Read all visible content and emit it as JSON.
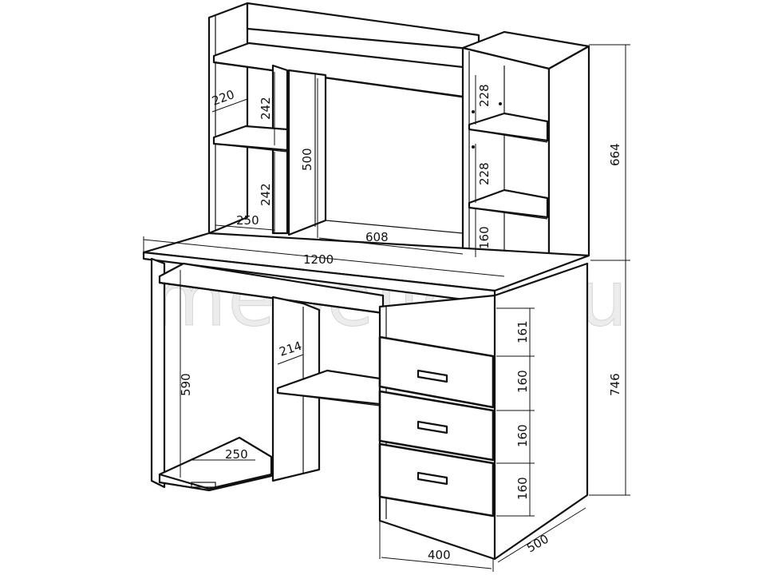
{
  "watermark": "mebelion.ru",
  "dimensions": {
    "top_shelf_depth": "220",
    "left_shelf_height_upper": "242",
    "left_shelf_height_lower": "242",
    "left_shelf_width": "250",
    "center_niche_height": "500",
    "center_niche_width": "608",
    "right_shelf_height_upper": "228",
    "right_shelf_height_lower": "228",
    "right_bottom_gap": "160",
    "superstructure_height": "664",
    "desk_width": "1200",
    "keyboard_shelf_depth": "214",
    "left_leg_space_height": "590",
    "system_stand_width": "250",
    "drawer_top_gap": "161",
    "drawer_1_height": "160",
    "drawer_2_height": "160",
    "drawer_3_height": "160",
    "desk_height": "746",
    "cabinet_width": "400",
    "desk_depth": "500"
  }
}
